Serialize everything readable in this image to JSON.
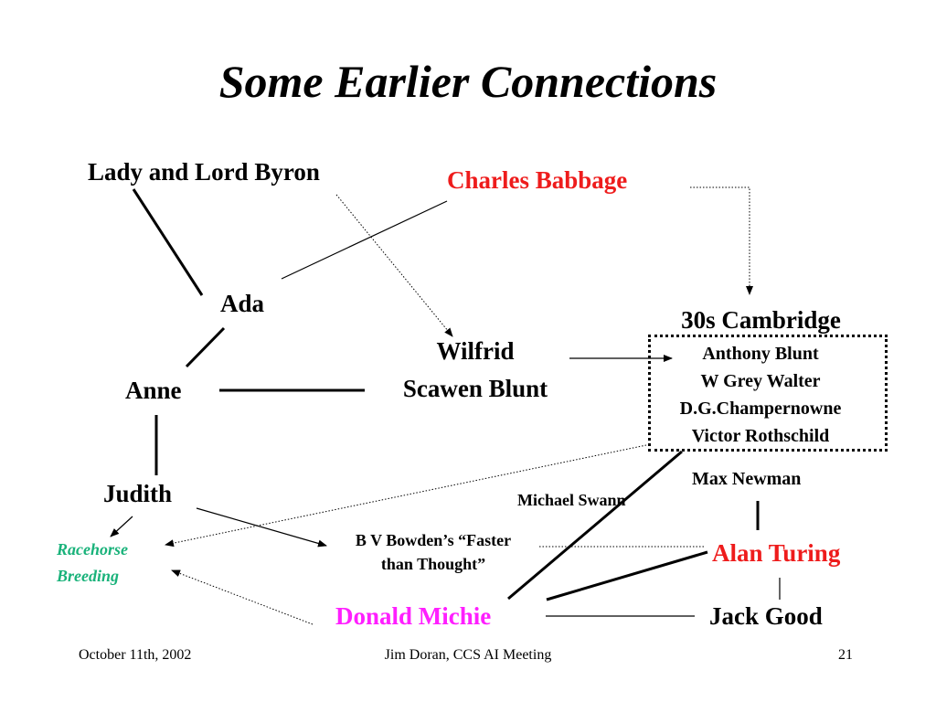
{
  "slide": {
    "title": "Some Earlier Connections",
    "nodes": {
      "byron": "Lady and Lord Byron",
      "babbage": "Charles Babbage",
      "ada": "Ada",
      "anne": "Anne",
      "judith": "Judith",
      "wilfrid_line1": "Wilfrid",
      "wilfrid_line2": "Scawen Blunt",
      "cambridge_title": "30s Cambridge",
      "cambridge_members": [
        "Anthony Blunt",
        "W Grey Walter",
        "D.G.Champernowne",
        "Victor Rothschild"
      ],
      "max_newman": "Max Newman",
      "michael_swann": "Michael Swann",
      "bowden_line1": "B V Bowden’s “Faster",
      "bowden_line2": "than Thought”",
      "racehorse_line1": "Racehorse",
      "racehorse_line2": "Breeding",
      "alan_turing": "Alan Turing",
      "donald_michie": "Donald Michie",
      "jack_good": "Jack Good"
    },
    "colors": {
      "highlight_red": "#ee1c1c",
      "highlight_magenta": "#ff1fff",
      "highlight_green": "#19b27a"
    }
  },
  "footer": {
    "date": "October 11th, 2002",
    "author": "Jim Doran, CCS AI Meeting",
    "page": "21"
  }
}
